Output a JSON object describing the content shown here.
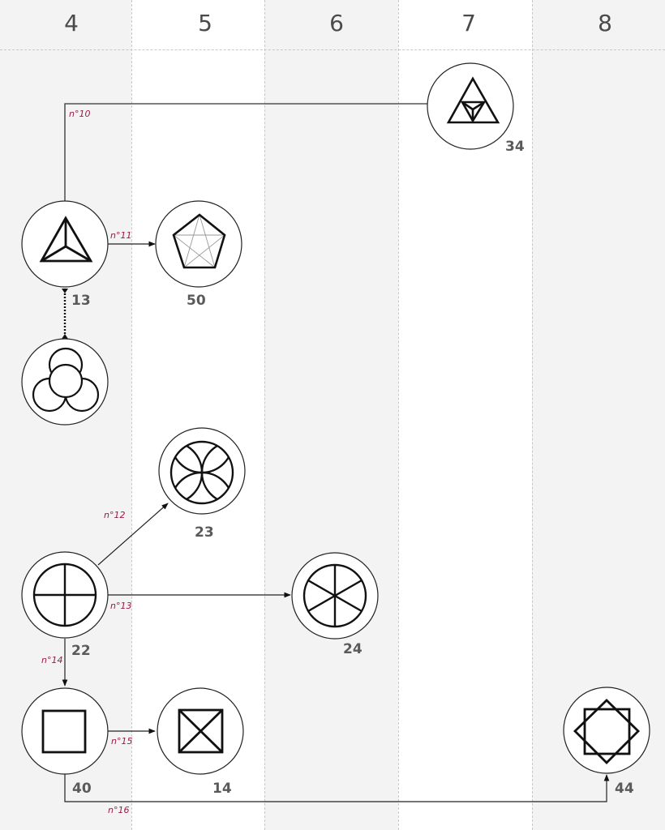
{
  "columns": [
    {
      "label": "4",
      "shade": "grey"
    },
    {
      "label": "5",
      "shade": "white"
    },
    {
      "label": "6",
      "shade": "grey"
    },
    {
      "label": "7",
      "shade": "white"
    },
    {
      "label": "8",
      "shade": "grey"
    }
  ],
  "nodes": {
    "n34": {
      "id": "34",
      "symbol": "triangle-with-inner-triangle",
      "column": "7"
    },
    "n13": {
      "id": "13",
      "symbol": "triangle-tetrahedron",
      "column": "4"
    },
    "n50": {
      "id": "50",
      "symbol": "pentagon-pentagram",
      "column": "5"
    },
    "trefoil": {
      "id": "",
      "symbol": "three-circles-trefoil",
      "column": "4"
    },
    "n23": {
      "id": "23",
      "symbol": "circle-four-arcs",
      "column": "5"
    },
    "n22": {
      "id": "22",
      "symbol": "circle-cross",
      "column": "4"
    },
    "n24": {
      "id": "24",
      "symbol": "circle-six-spokes",
      "column": "6"
    },
    "n40": {
      "id": "40",
      "symbol": "square",
      "column": "4"
    },
    "n14": {
      "id": "14",
      "symbol": "square-x",
      "column": "5"
    },
    "n44": {
      "id": "44",
      "symbol": "octagram-two-squares",
      "column": "8"
    }
  },
  "edges": {
    "e10": {
      "label": "n°10",
      "from": "13",
      "to": "34"
    },
    "e11": {
      "label": "n°11",
      "from": "13",
      "to": "50"
    },
    "e_dotted": {
      "label": "",
      "from": "13",
      "to": "trefoil",
      "style": "dotted"
    },
    "e12": {
      "label": "n°12",
      "from": "22",
      "to": "23"
    },
    "e13": {
      "label": "n°13",
      "from": "22",
      "to": "24"
    },
    "e14": {
      "label": "n°14",
      "from": "22",
      "to": "40"
    },
    "e15": {
      "label": "n°15",
      "from": "40",
      "to": "14"
    },
    "e16": {
      "label": "n°16",
      "from": "40",
      "to": "44"
    }
  },
  "colors": {
    "edge_label": "#9b1b48",
    "node_id": "#5a5a5a",
    "column_label": "#4a4a4a",
    "grey_column": "#f3f3f3",
    "white_column": "#ffffff"
  }
}
